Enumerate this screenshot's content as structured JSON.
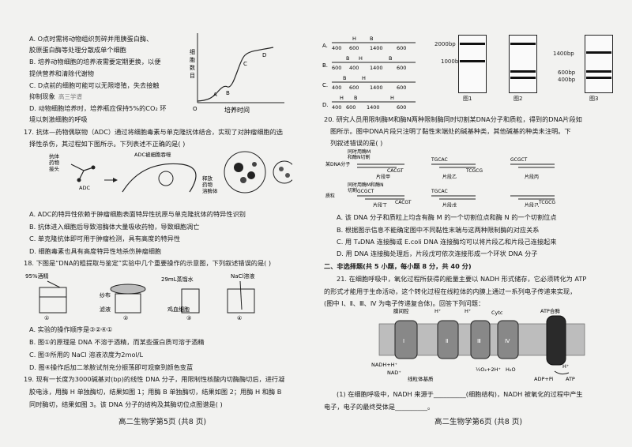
{
  "left": {
    "q16_options": [
      "A. O点时需将动物组织剪碎并用胰蛋白酶、",
      "胶原蛋白酶等处理分散成单个细胞",
      "B. 培养动物细胞的培养液需要定期更换，以便",
      "提供营养和清除代谢物",
      "C. D点前的细胞可能可以无限增殖，失去接触",
      "抑制现象",
      "D. 动物细胞培养时，培养瓶应保持5%的CO₂ 环",
      "境以刺激细胞的呼吸"
    ],
    "q16_stamp": "高三学谱",
    "q16_graph": {
      "ylabel": "细胞数目",
      "xlabel": "培养时间",
      "points": [
        "O",
        "A",
        "B",
        "C",
        "D"
      ]
    },
    "q17_stem": [
      "17. 抗体—药物偶联物（ADC）通过将细胞毒素与单克隆抗体结合，实现了对肿瘤细胞的选",
      "择性杀伤，其过程如下图所示。下列表述不正确的是(      )"
    ],
    "q17_fig": {
      "labels": [
        "抗体",
        "药物",
        "接头",
        "ADC",
        "ADC被细胞吞噬",
        "释放",
        "药物",
        "溶酶体"
      ]
    },
    "q17_options": [
      "A. ADC的特异性依赖于肿瘤细胞表面特异性抗原与单克隆抗体的特异性识别",
      "B. 抗体进入细胞后导致溶酶体大量吸收药物，导致细胞凋亡",
      "C. 单克隆抗体即可用于肿瘤检测，具有高度的特异性",
      "D. 细胞毒素也具有高度特异性地杀伤肿瘤细胞"
    ],
    "q18_stem": "18. 下图是“DNA的粗提取与鉴定”实验中几个重要操作的示意图，下列叙述错误的是(      )",
    "q18_fig": {
      "labels": [
        "95%酒精",
        "纱布",
        "滤液",
        "29mL蒸馏水",
        "鸡血细胞",
        "NaCl溶液"
      ],
      "steps": [
        "①",
        "②",
        "③",
        "④"
      ]
    },
    "q18_options": [
      "A. 实验的操作顺序是③②④①",
      "B. 图①的原理是 DNA 不溶于酒精，而某些蛋白质可溶于酒精",
      "C. 图③所用的 NaCl 溶液浓度为2mol/L",
      "D. 图④操作后加二苯胺试剂充分振荡即可观察到颜色变蓝"
    ],
    "q19_stem": [
      "19. 现有一长度为3000碱基对(bp)的线性 DNA 分子，用限制性核酸内切酶酶切后，进行凝",
      "胶电泳，用酶 H 单独酶切，结果如图 1；用酶 B 单独酶切，结果如图 2；用酶 H 和酶 B",
      "同时酶切，结果如图 3。该 DNA 分子的结构及其酶切位点图谱是(      )"
    ],
    "footer": "高二生物学第5页  (共8 页)"
  },
  "right": {
    "q19_maps": [
      {
        "option": "A.",
        "sites": [
          "H",
          "B"
        ],
        "segments": [
          "400",
          "600",
          "1400",
          "600"
        ]
      },
      {
        "option": "B.",
        "sites": [
          "B",
          "H",
          "B"
        ],
        "segments": [
          "600",
          "400",
          "1400",
          "600"
        ]
      },
      {
        "option": "C.",
        "sites": [
          "B",
          "H"
        ],
        "segments": [
          "400",
          "600",
          "1400",
          "600"
        ]
      },
      {
        "option": "D.",
        "sites": [
          "H",
          "B",
          "H"
        ],
        "segments": [
          "400",
          "600",
          "1400",
          "600"
        ]
      }
    ],
    "gels": [
      {
        "name": "图1",
        "bands": [
          "2000bp",
          "1000bp"
        ]
      },
      {
        "name": "图2",
        "bands": [
          "2000bp",
          "600bp",
          "400bp"
        ]
      },
      {
        "name": "图3",
        "bands": [
          "1400bp",
          "600bp",
          "400bp"
        ]
      }
    ],
    "q20_stem": [
      "20. 研究人员用限制酶M和酶N两种限制酶同时切割某DNA分子和质粒，得到的DNA片段如",
      "图所示。图中DNA片段只注明了黏性末端处的碱基种类，其他碱基的种类未注明。下",
      "列叙述错误的是(      )"
    ],
    "q20_fig": {
      "labels": [
        "同时用酶M",
        "和酶N切割",
        "某DNA分子",
        "同时用酶M和酶N",
        "切割",
        "质粒",
        "片段甲",
        "片段乙",
        "片段丙",
        "片段丁",
        "片段戊",
        "片段己"
      ],
      "seqs": [
        "CACGT",
        "TGCAC",
        "TCGCG",
        "GCGCT",
        "CGCG",
        "GCGCT",
        "CACGT",
        "TGCAC",
        "TCGCG"
      ]
    },
    "q20_options": [
      "A. 该 DNA 分子和质粒上均含有酶 M 的一个切割位点和酶 N 的一个切割位点",
      "B. 根据图示信息不能确定图中不同黏性末端与这两种限制酶的对应关系",
      "C. 用 T₄DNA 连接酶或 E.coli DNA 连接酶均可以将片段乙和片段己连接起来",
      "D. 用 DNA 连接酶处理后，片段戊可依次连接形成一个环状 DNA 分子"
    ],
    "section2": "二、非选择题(共 5 小题，每小题 8 分，共 40 分)",
    "q21_stem": [
      "21. 在细胞呼吸中，氧化过程所获得的能量主要以 NADH 形式储存，它必须转化为 ATP",
      "的形式才能用于生命活动，这个转化过程在线粒体的内膜上通过一系列电子传递来实现，",
      "(图中 Ⅰ、Ⅱ、Ⅲ、Ⅳ 为电子传递复合体)。回答下列问题："
    ],
    "q21_fig": {
      "labels": [
        "膜间腔",
        "H⁺",
        "H⁺",
        "H⁺",
        "Cytc",
        "ATP合酶",
        "Ⅰ",
        "Ⅱ",
        "Ⅲ",
        "Ⅳ",
        "NADH+H⁺",
        "NAD⁺",
        "线粒体基质",
        "½O₂+2H⁺",
        "H₂O",
        "ADP+Pi",
        "ATP",
        "H⁺"
      ]
    },
    "q21_q1": [
      "(1) 在细胞呼吸中，NADH 来源于__________(细胞结构)，NADH 被氧化的过程中产生",
      "电子，电子的最终受体是__________。"
    ],
    "footer": "高二生物学第6页  (共8 页)"
  }
}
